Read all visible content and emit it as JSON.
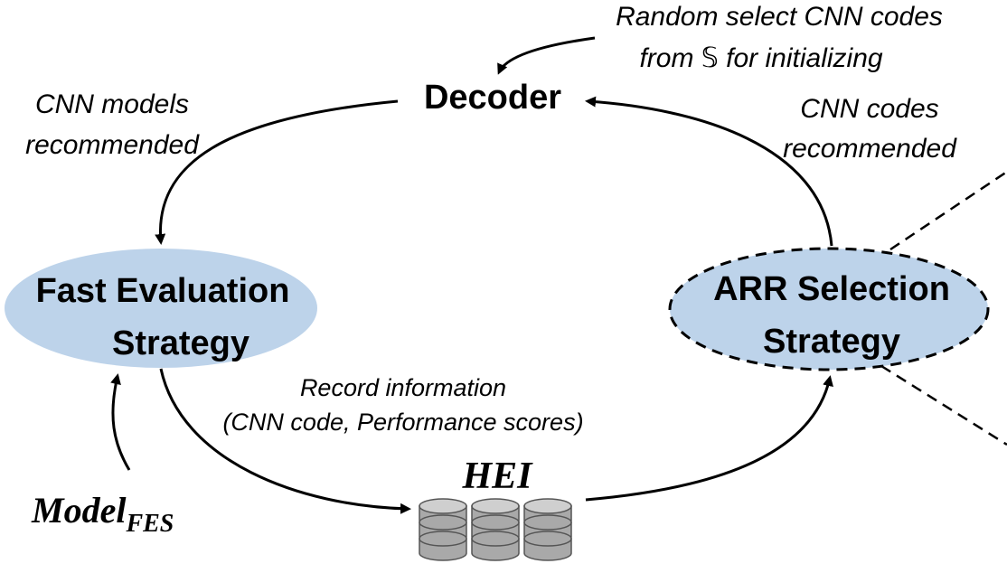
{
  "nodes": {
    "decoder": "Decoder",
    "fes_line1": "Fast Evaluation",
    "fes_line2": "Strategy",
    "arr_line1": "ARR Selection",
    "arr_line2": "Strategy",
    "hei": "HEI",
    "model_main": "Model",
    "model_sub": "FES"
  },
  "edge_labels": {
    "random_line1": "Random select CNN codes",
    "random_line2": "from 𝕊 for initializing",
    "cnn_models_line1": "CNN models",
    "cnn_models_line2": "recommended",
    "cnn_codes_line1": "CNN codes",
    "cnn_codes_line2": "recommended",
    "record_line1": "Record  information",
    "record_line2": "(CNN code, Performance scores)"
  },
  "colors": {
    "ellipse_fill": "#bdd3ea",
    "db_body": "#a9a9a9",
    "db_top": "#cfcfcf",
    "stroke": "#000000"
  }
}
